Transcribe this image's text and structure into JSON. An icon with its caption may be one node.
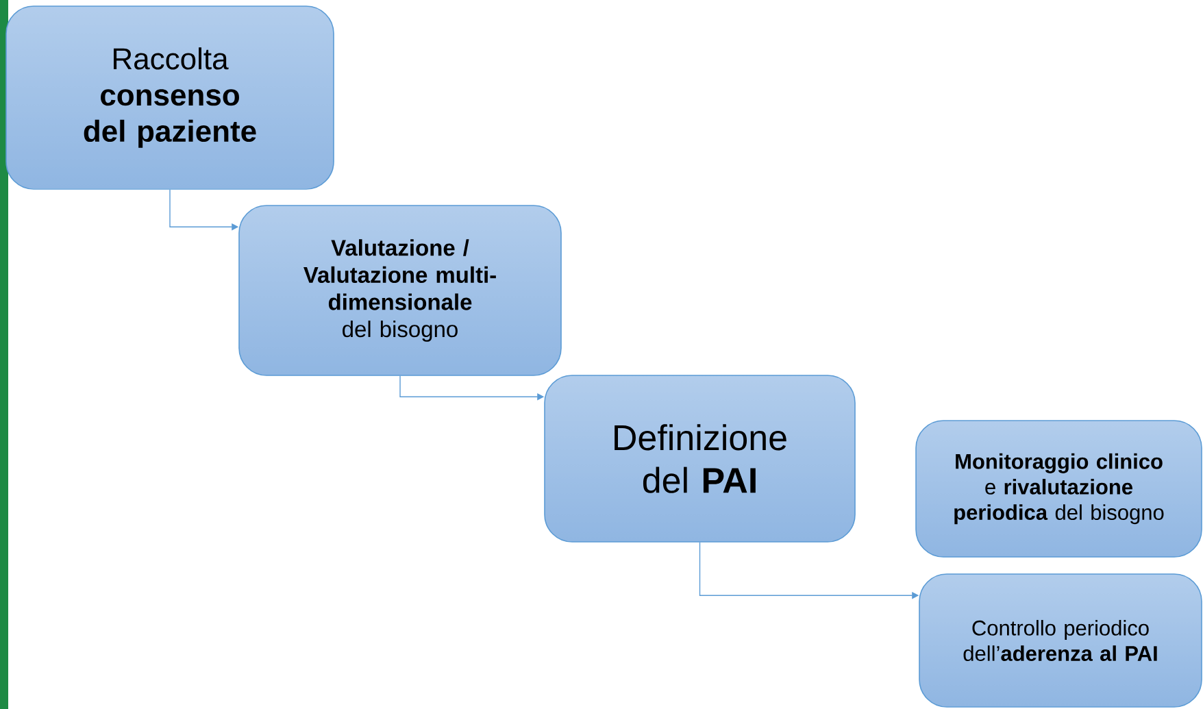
{
  "diagram": {
    "nodes": [
      {
        "text": [
          "Raccolta **consenso del paziente**"
        ]
      },
      {
        "text": [
          "**Valutazione / Valutazione multi-dimensionale** del bisogno"
        ]
      },
      {
        "text": [
          "Definizione del **PAI**"
        ]
      },
      {
        "text": [
          "**Monitoraggio clinico** e **rivalutazione periodica** del bisogno"
        ]
      },
      {
        "text": [
          "Controllo periodico dell’**aderenza al PAI**"
        ]
      }
    ],
    "edges": [
      {
        "from": 0,
        "to": 1,
        "arrow": "to"
      },
      {
        "from": 1,
        "to": 2,
        "arrow": "to"
      },
      {
        "from": 2,
        "to": 4,
        "arrow": "to"
      }
    ]
  }
}
